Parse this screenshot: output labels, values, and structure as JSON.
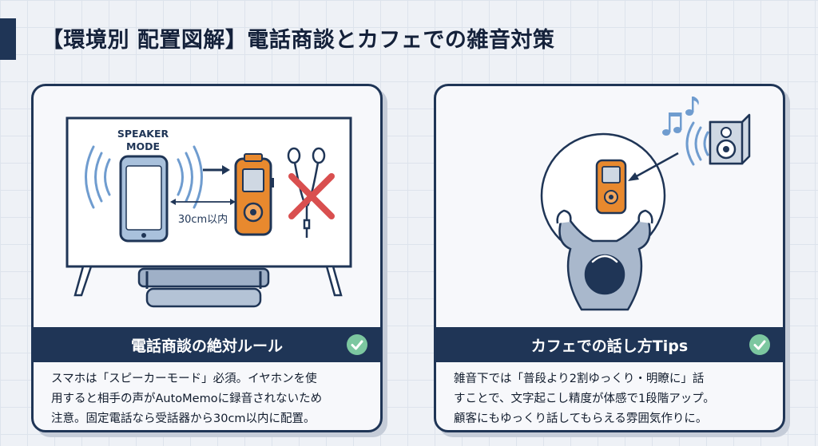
{
  "title": "【環境別 配置図解】電話商談とカフェでの雑音対策",
  "left_panel": {
    "speaker_label_1": "SPEAKER",
    "speaker_label_2": "MODE",
    "distance_label": "30cm以内",
    "band_title": "電話商談の絶対ルール",
    "body_lines": [
      "スマホは「スピーカーモード」必須。イヤホンを使",
      "用すると相手の声がAutoMemoに録音されないため",
      "注意。固定電話なら受話器から30cm以内に配置。"
    ]
  },
  "right_panel": {
    "band_title": "カフェでの話し方Tips",
    "body_lines": [
      "雑音下では「普段より2割ゆっくり・明瞭に」話",
      "すことで、文字起こし精度が体感で1段階アップ。",
      "顧客にもゆっくり話してもらえる雰囲気作りに。"
    ]
  },
  "colors": {
    "navy": "#1f3556",
    "recorder_orange": "#e8892e",
    "phone_blue": "#a9c1dc",
    "cross_red": "#d94f4f",
    "check_green": "#7cc7a0",
    "wave_blue": "#6f9ccf"
  },
  "icons": [
    "smartphone-icon",
    "voice-recorder-icon",
    "earphones-icon",
    "cross-icon",
    "speaker-icon",
    "music-note-icon",
    "check-icon"
  ]
}
